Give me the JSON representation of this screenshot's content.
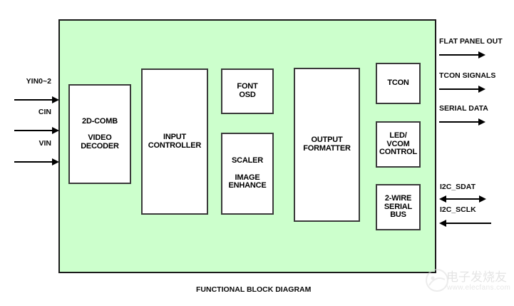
{
  "diagram": {
    "caption": "FUNCTIONAL BLOCK DIAGRAM",
    "panel_color": "#CCFFCC",
    "block_fill": "#FFFFFF",
    "line_color": "#000000"
  },
  "blocks": [
    {
      "id": "video-decoder",
      "lines": [
        "2D-COMB",
        "VIDEO",
        "DECODER"
      ]
    },
    {
      "id": "input-controller",
      "lines": [
        "INPUT",
        "CONTROLLER"
      ]
    },
    {
      "id": "font-osd",
      "lines": [
        "FONT",
        "OSD"
      ]
    },
    {
      "id": "scaler",
      "lines": [
        "SCALER",
        "IMAGE",
        "ENHANCE"
      ]
    },
    {
      "id": "output-formatter",
      "lines": [
        "OUTPUT",
        "FORMATTER"
      ]
    },
    {
      "id": "tcon",
      "lines": [
        "TCON"
      ]
    },
    {
      "id": "led-vcom",
      "lines": [
        "LED/",
        "VCOM",
        "CONTROL"
      ]
    },
    {
      "id": "serial-bus",
      "lines": [
        "2-WIRE",
        "SERIAL",
        "BUS"
      ]
    }
  ],
  "block_text": {
    "video_decoder_l1": "2D-COMB",
    "video_decoder_l2": "VIDEO",
    "video_decoder_l3": "DECODER",
    "input_controller_l1": "INPUT",
    "input_controller_l2": "CONTROLLER",
    "font_osd_l1": "FONT",
    "font_osd_l2": "OSD",
    "scaler_l1": "SCALER",
    "scaler_l2": "IMAGE",
    "scaler_l3": "ENHANCE",
    "output_formatter_l1": "OUTPUT",
    "output_formatter_l2": "FORMATTER",
    "tcon_l1": "TCON",
    "led_vcom_l1": "LED/",
    "led_vcom_l2": "VCOM",
    "led_vcom_l3": "CONTROL",
    "serial_bus_l1": "2-WIRE",
    "serial_bus_l2": "SERIAL",
    "serial_bus_l3": "BUS"
  },
  "signals": {
    "inputs": [
      {
        "label": "YIN0~2",
        "direction": "in"
      },
      {
        "label": "CIN",
        "direction": "in"
      },
      {
        "label": "VIN",
        "direction": "in"
      }
    ],
    "outputs": [
      {
        "label": "FLAT PANEL OUT",
        "direction": "out"
      },
      {
        "label": "TCON SIGNALS",
        "direction": "out"
      },
      {
        "label": "SERIAL DATA",
        "direction": "out"
      }
    ],
    "bus": [
      {
        "label": "I2C_SDAT",
        "direction": "bidirectional"
      },
      {
        "label": "I2C_SCLK",
        "direction": "in"
      }
    ]
  },
  "watermark": {
    "text_cn": "电子发烧友",
    "url": "www.elecfans.com"
  }
}
